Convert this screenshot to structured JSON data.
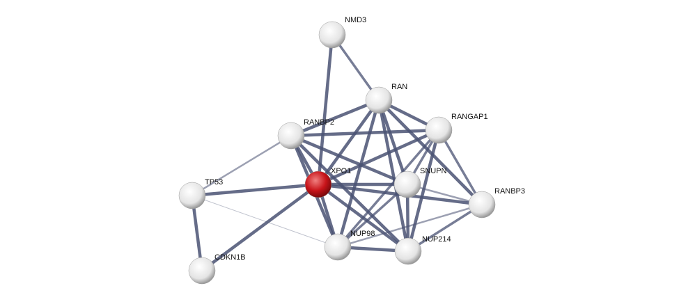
{
  "nodes": [
    {
      "id": "NMD3",
      "label": "NMD3",
      "query": false
    },
    {
      "id": "RAN",
      "label": "RAN",
      "query": false
    },
    {
      "id": "RANGAP1",
      "label": "RANGAP1",
      "query": false
    },
    {
      "id": "RANBP2",
      "label": "RANBP2",
      "query": false
    },
    {
      "id": "XPO1",
      "label": "XPO1",
      "query": true
    },
    {
      "id": "SNUPN",
      "label": "SNUPN",
      "query": false
    },
    {
      "id": "TP53",
      "label": "TP53",
      "query": false
    },
    {
      "id": "RANBP3",
      "label": "RANBP3",
      "query": false
    },
    {
      "id": "NUP98",
      "label": "NUP98",
      "query": false
    },
    {
      "id": "NUP214",
      "label": "NUP214",
      "query": false
    },
    {
      "id": "CDKN1B",
      "label": "CDKN1B",
      "query": false
    }
  ],
  "edges": [
    [
      "NMD3",
      "RAN",
      2
    ],
    [
      "NMD3",
      "XPO1",
      3
    ],
    [
      "RAN",
      "RANBP2",
      3
    ],
    [
      "RAN",
      "RANGAP1",
      3
    ],
    [
      "RAN",
      "XPO1",
      3
    ],
    [
      "RAN",
      "SNUPN",
      3
    ],
    [
      "RAN",
      "NUP98",
      3
    ],
    [
      "RAN",
      "NUP214",
      3
    ],
    [
      "RAN",
      "RANBP3",
      3
    ],
    [
      "RANBP2",
      "RANGAP1",
      3
    ],
    [
      "RANBP2",
      "XPO1",
      3
    ],
    [
      "RANBP2",
      "SNUPN",
      3
    ],
    [
      "RANBP2",
      "NUP98",
      3
    ],
    [
      "RANBP2",
      "NUP214",
      3
    ],
    [
      "RANBP2",
      "TP53",
      1
    ],
    [
      "RANGAP1",
      "XPO1",
      3
    ],
    [
      "RANGAP1",
      "SNUPN",
      2
    ],
    [
      "RANGAP1",
      "NUP98",
      2
    ],
    [
      "RANGAP1",
      "NUP214",
      3
    ],
    [
      "RANGAP1",
      "RANBP3",
      2
    ],
    [
      "XPO1",
      "TP53",
      3
    ],
    [
      "XPO1",
      "CDKN1B",
      3
    ],
    [
      "XPO1",
      "SNUPN",
      3
    ],
    [
      "XPO1",
      "NUP98",
      3
    ],
    [
      "XPO1",
      "NUP214",
      3
    ],
    [
      "XPO1",
      "RANBP3",
      3
    ],
    [
      "SNUPN",
      "NUP98",
      2
    ],
    [
      "SNUPN",
      "NUP214",
      3
    ],
    [
      "SNUPN",
      "RANBP3",
      1
    ],
    [
      "TP53",
      "NUP98",
      0
    ],
    [
      "TP53",
      "CDKN1B",
      3
    ],
    [
      "NUP98",
      "NUP214",
      3
    ],
    [
      "NUP98",
      "RANBP3",
      1
    ],
    [
      "NUP214",
      "RANBP3",
      2
    ]
  ],
  "colors": {
    "edge": "#4a5273",
    "query": "#c8141a",
    "node": "#e8e8e8"
  }
}
